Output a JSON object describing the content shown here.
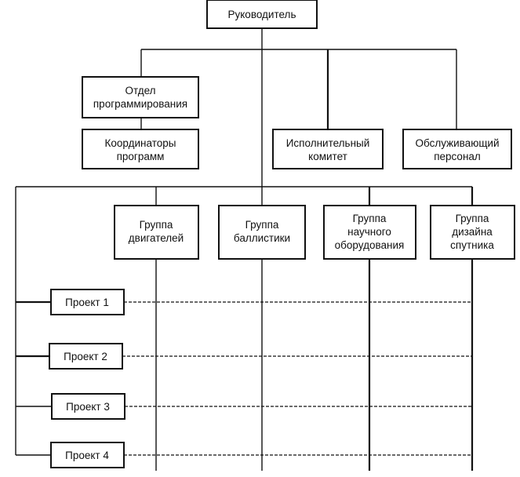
{
  "head": {
    "label": "Руководитель"
  },
  "programming_dept": {
    "line1": "Отдел",
    "line2": "программирования"
  },
  "coordinators": {
    "line1": "Координаторы",
    "line2": "программ"
  },
  "exec_committee": {
    "line1": "Исполнительный",
    "line2": "комитет"
  },
  "service_staff": {
    "line1": "Обслуживающий",
    "line2": "персонал"
  },
  "groups": [
    {
      "line1": "Группа",
      "line2": "двигателей"
    },
    {
      "line1": "Группа",
      "line2": "баллистики"
    },
    {
      "line1": "Группа",
      "line2": "научного",
      "line3": "оборудования"
    },
    {
      "line1": "Группа",
      "line2": "дизайна",
      "line3": "спутника"
    }
  ],
  "projects": [
    {
      "label": "Проект 1"
    },
    {
      "label": "Проект 2"
    },
    {
      "label": "Проект 3"
    },
    {
      "label": "Проект 4"
    }
  ]
}
